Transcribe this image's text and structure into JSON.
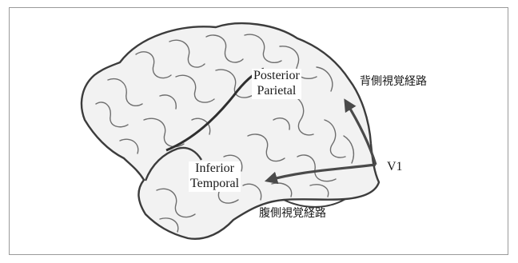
{
  "labels": {
    "posterior_parietal": [
      "Posterior",
      "Parietal"
    ],
    "inferior_temporal": [
      "Inferior",
      "Temporal"
    ],
    "v1": "V1",
    "dorsal_pathway": "背側視覚経路",
    "ventral_pathway": "腹側視覚経路"
  },
  "colors": {
    "brain_fill": "#f2f2f2",
    "outline": "#3c3c3c",
    "gyri": "#6e6e6e",
    "arrow": "#4a4a4a",
    "frame": "#9a9a9a"
  }
}
